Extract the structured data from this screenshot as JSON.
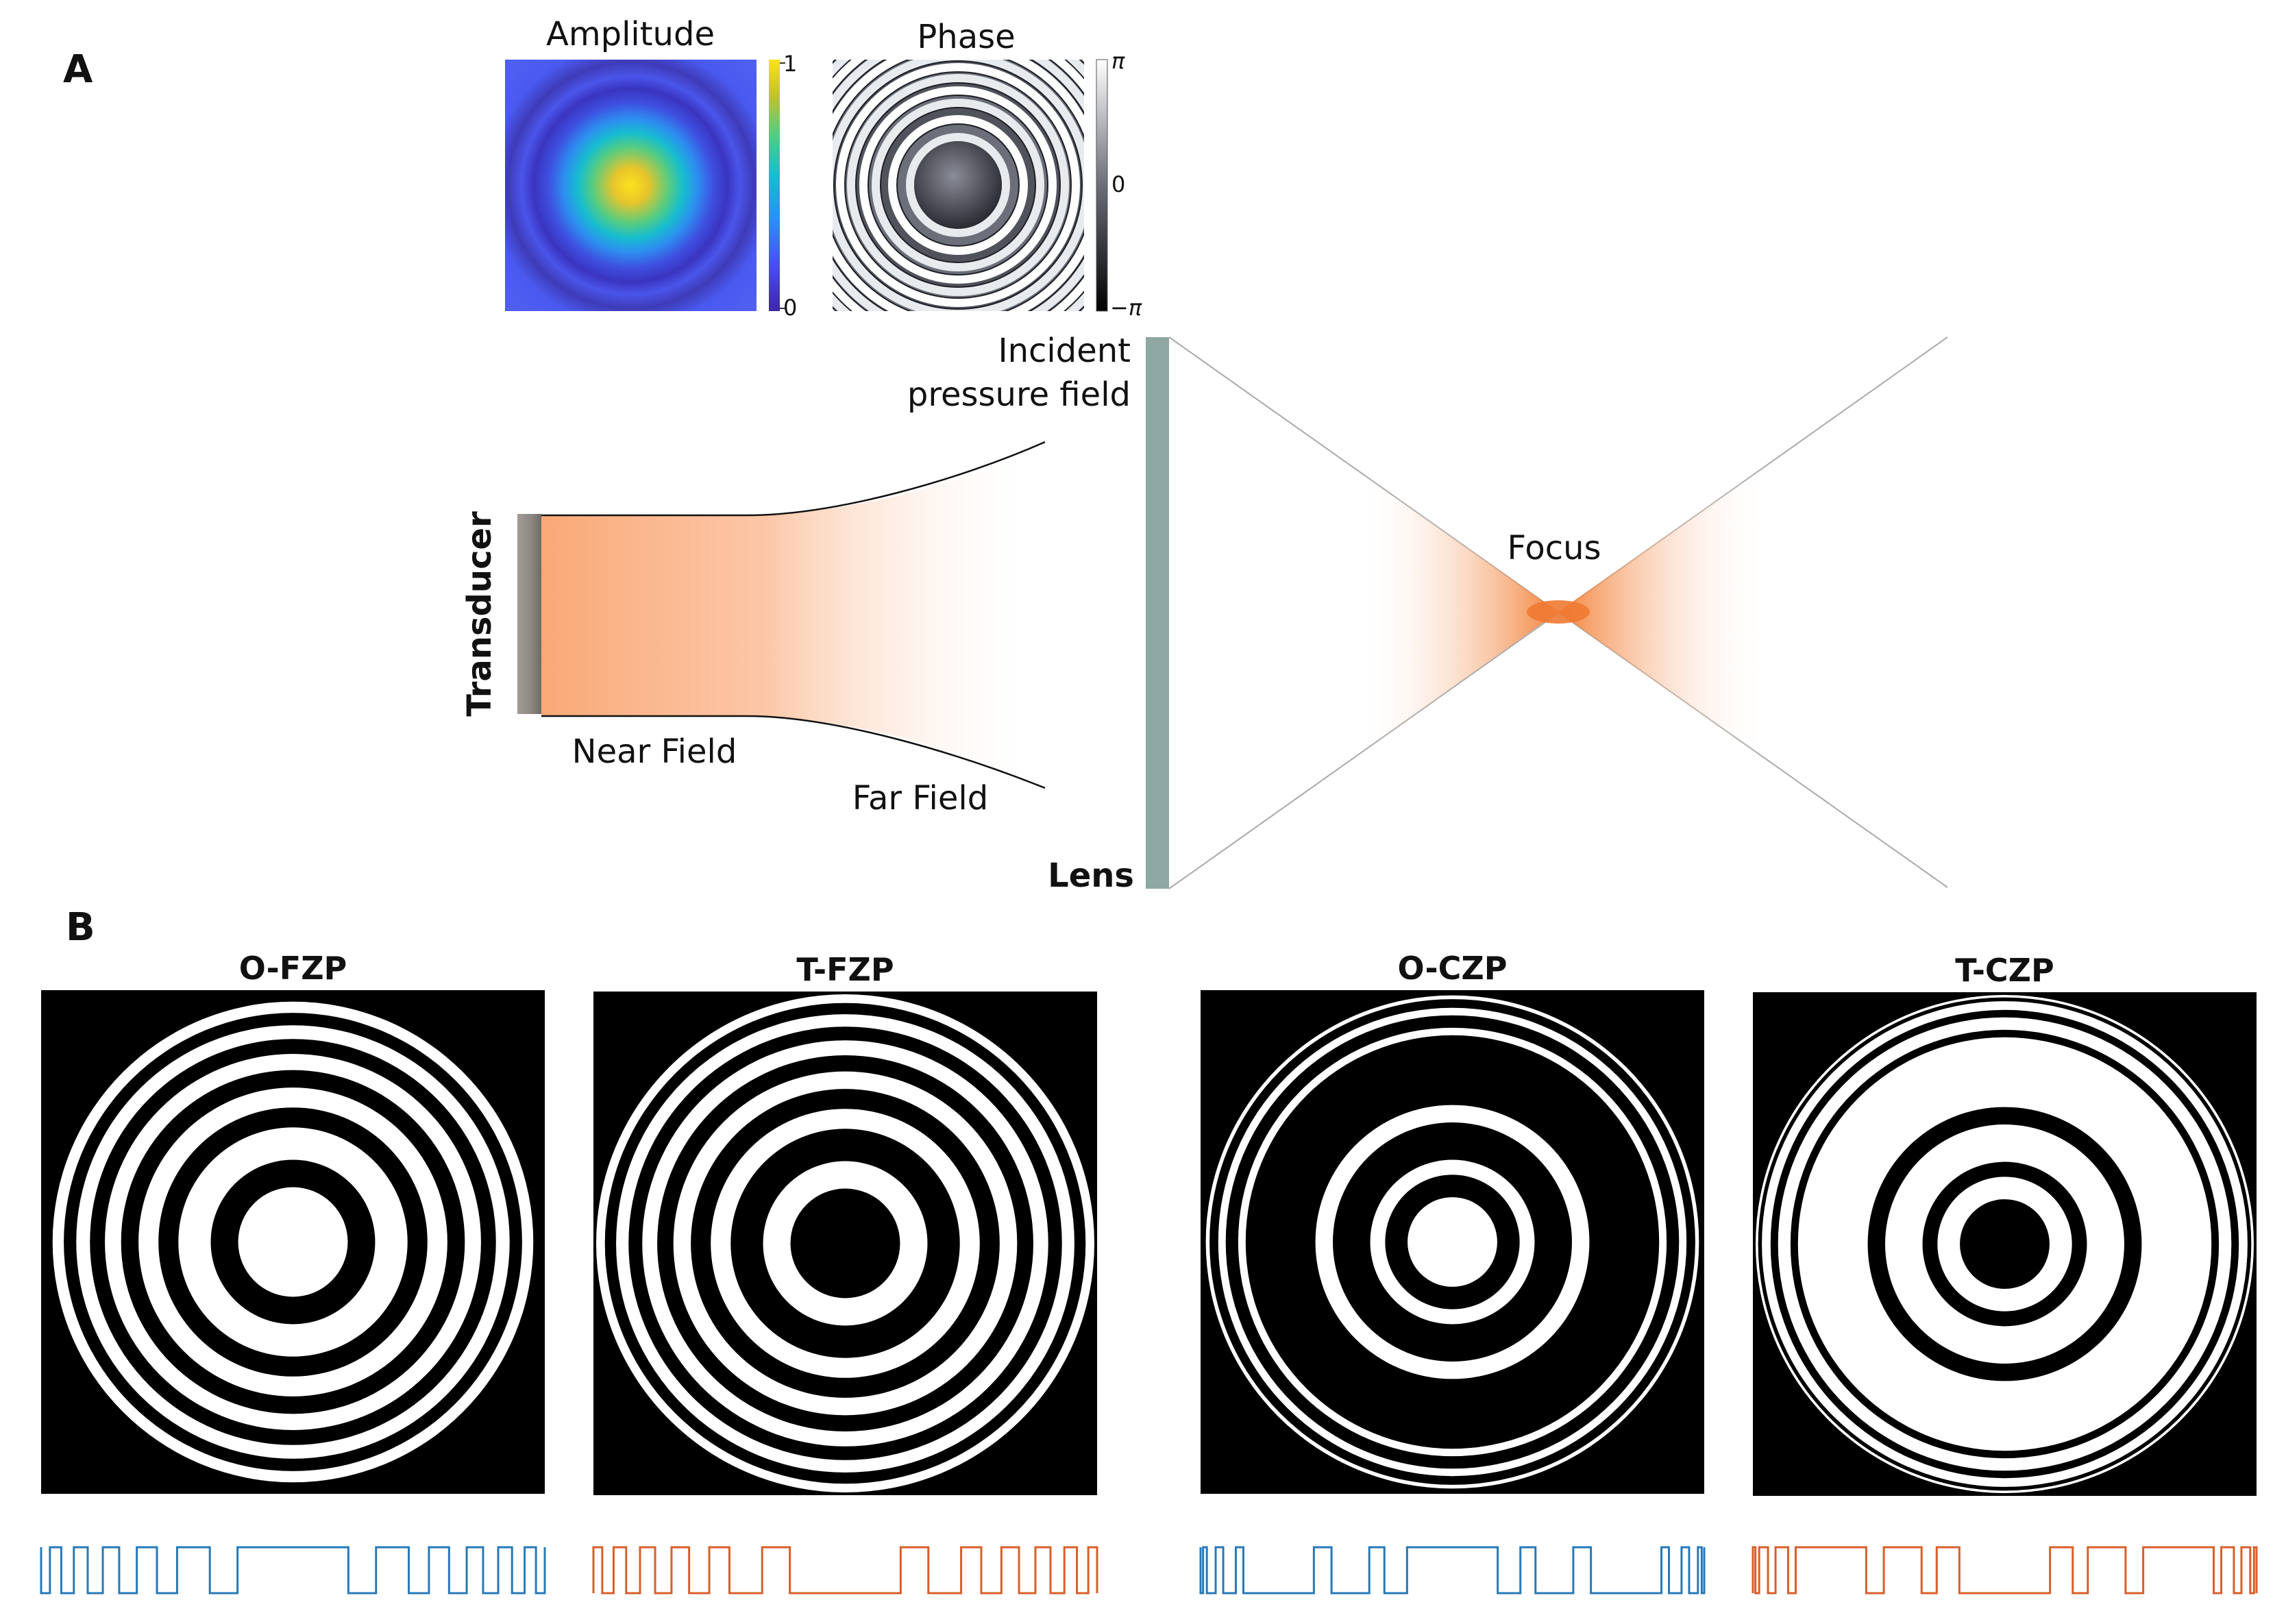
{
  "panel_labels": {
    "a": "A",
    "b": "B"
  },
  "panel_a": {
    "amplitude": {
      "title": "Amplitude",
      "colorbar_max": "1",
      "colorbar_min": "0",
      "colors": [
        "#3e26a8",
        "#4a4ef0",
        "#2d8ef0",
        "#17bdcf",
        "#54cc83",
        "#c4c22d",
        "#fbe21e"
      ]
    },
    "phase": {
      "title": "Phase",
      "colorbar_max": "π",
      "colorbar_mid": "0",
      "colorbar_min": "−π"
    },
    "incident_label_line1": "Incident",
    "incident_label_line2": "pressure field",
    "transducer_label": "Transducer",
    "near_field_label": "Near Field",
    "far_field_label": "Far Field",
    "lens_label": "Lens",
    "focus_label": "Focus",
    "colors": {
      "beam": "#f9a46f",
      "focus_beam": "#f27a2d",
      "lens": "#8fa8a4",
      "transducer": "#9c9690"
    }
  },
  "panel_b": {
    "plates": [
      {
        "title": "O-FZP",
        "center": "white",
        "profile_color": "#2779b8",
        "radii": [
          0.22,
          0.33,
          0.46,
          0.54,
          0.62,
          0.69,
          0.755,
          0.815,
          0.87,
          0.92,
          0.965,
          1.0
        ]
      },
      {
        "title": "T-FZP",
        "center": "black",
        "profile_color": "#d95f2a",
        "radii": [
          0.22,
          0.33,
          0.46,
          0.54,
          0.62,
          0.69,
          0.755,
          0.815,
          0.87,
          0.92,
          0.965,
          1.0
        ]
      },
      {
        "title": "O-CZP",
        "center": "white",
        "profile_color": "#2779b8",
        "radii": [
          0.18,
          0.27,
          0.33,
          0.48,
          0.55,
          0.83,
          0.86,
          0.91,
          0.94,
          0.975,
          0.99,
          1.0
        ]
      },
      {
        "title": "T-CZP",
        "center": "black",
        "profile_color": "#d95f2a",
        "radii": [
          0.18,
          0.27,
          0.33,
          0.48,
          0.55,
          0.83,
          0.86,
          0.91,
          0.94,
          0.975,
          0.99,
          1.0
        ]
      }
    ]
  }
}
